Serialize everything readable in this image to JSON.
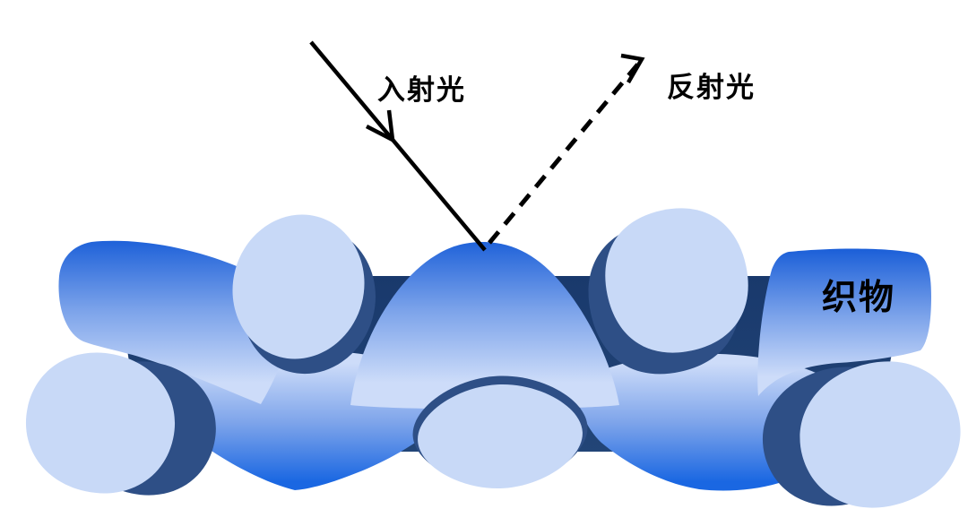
{
  "diagram": {
    "labels": {
      "incident": "入射光",
      "reflected": "反射光",
      "fabric": "织物"
    },
    "colors": {
      "background": "#ffffff",
      "line": "#000000",
      "yarn_blue": "#1b5fd8",
      "yarn_mid": "#7ca3ea",
      "yarn_light": "#cddcf9",
      "yarn_blue_bright": "#1a67e2",
      "cross_yarn": "#c8d9f7",
      "shadow_dark": "#19396c",
      "shadow_dark2": "#224577",
      "shadow_mid": "#2e4f86"
    }
  }
}
